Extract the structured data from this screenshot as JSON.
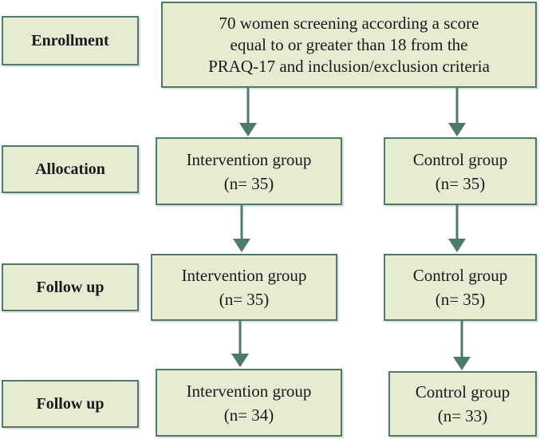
{
  "colors": {
    "box_fill": "#e6ecd2",
    "box_border": "#4d7a6c",
    "arrow": "#4d7a6c"
  },
  "stages": {
    "enrollment": "Enrollment",
    "allocation": "Allocation",
    "follow_up_1": "Follow up",
    "follow_up_2": "Follow up"
  },
  "screening": {
    "line1": "70 women screening according a score",
    "line2": "equal to or greater than 18 from the",
    "line3": "PRAQ-17 and inclusion/exclusion criteria"
  },
  "allocation": {
    "intervention": {
      "label": "Intervention group",
      "count": "(n= 35)"
    },
    "control": {
      "label": "Control group",
      "count": "(n= 35)"
    }
  },
  "follow_up_1": {
    "intervention": {
      "label": "Intervention group",
      "count": "(n= 35)"
    },
    "control": {
      "label": "Control group",
      "count": "(n= 35)"
    }
  },
  "follow_up_2": {
    "intervention": {
      "label": "Intervention group",
      "count": "(n= 34)"
    },
    "control": {
      "label": "Control group",
      "count": "(n= 33)"
    }
  }
}
